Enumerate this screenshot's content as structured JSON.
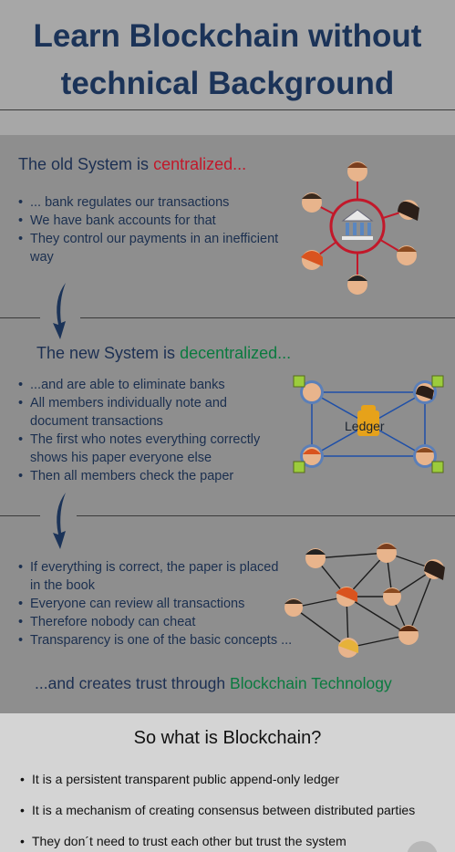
{
  "title": {
    "line1": "Learn Blockchain without",
    "line2": "technical Background"
  },
  "old_system": {
    "heading_prefix": "The old System is ",
    "heading_highlight": "centralized...",
    "bullets": [
      "... bank regulates our transactions",
      "We have bank accounts for that",
      "They control our payments in an inefficient",
      "way"
    ]
  },
  "new_system": {
    "heading_prefix": "The new System is ",
    "heading_highlight": "decentralized...",
    "bullets": [
      "...and are able to eliminate banks",
      "All members individually note and",
      "document  transactions",
      "The first who notes everything correctly",
      "shows his paper everyone else",
      "Then all members check the paper"
    ],
    "ledger_label": "Ledger"
  },
  "trust": {
    "bullets": [
      "If everything is correct, the paper is placed",
      "in the book",
      "Everyone can review all transactions",
      "Therefore nobody can cheat",
      "Transparency is one of the basic concepts ..."
    ],
    "closing_prefix": "...and creates trust through ",
    "closing_highlight": "Blockchain Technology"
  },
  "blockchain": {
    "heading": "So what is Blockchain?",
    "bullets": [
      "It is a persistent transparent public append-only ledger",
      "It is a mechanism of creating consensus between distributed parties",
      "They don´t need to trust each other but trust the system"
    ]
  },
  "colors": {
    "navy": "#1b3358",
    "red": "#c2182a",
    "green": "#0a7a3f"
  }
}
